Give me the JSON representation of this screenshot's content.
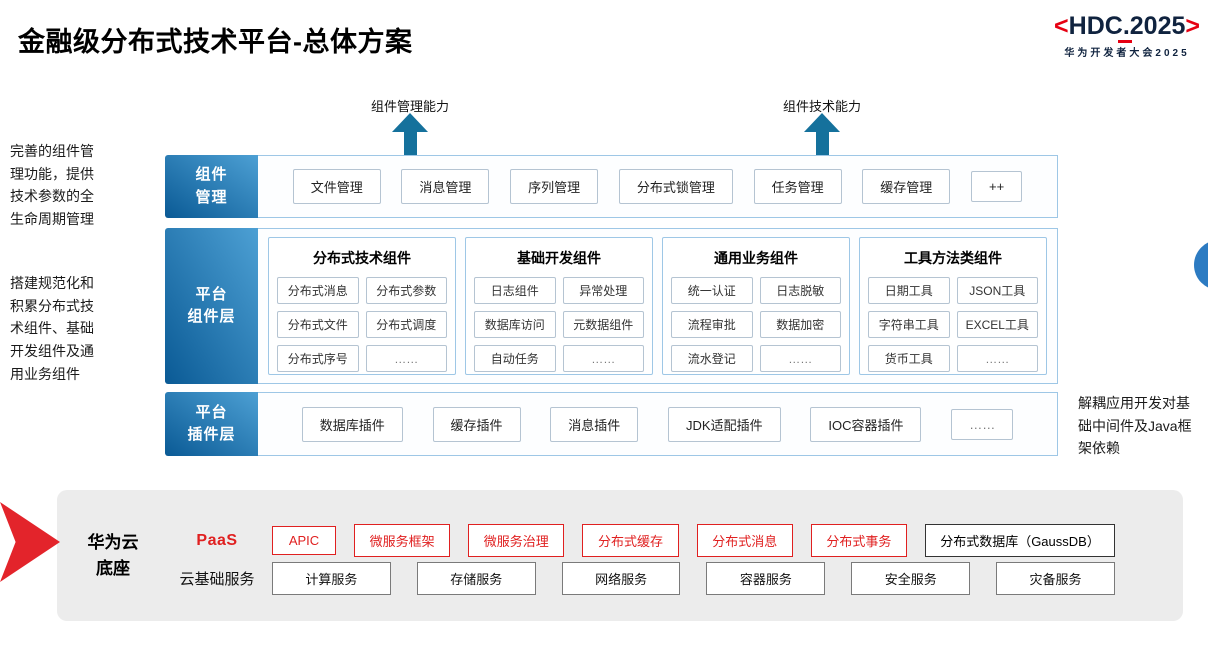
{
  "header": {
    "title": "金融级分布式技术平台-总体方案"
  },
  "logo": {
    "bracket_left": "<",
    "name": "HDC.2025",
    "bracket_right": ">",
    "subtitle": "华为开发者大会2025"
  },
  "capability_arrows": [
    {
      "label": "组件管理能力"
    },
    {
      "label": "组件技术能力"
    }
  ],
  "notes": {
    "left_top": "完善的组件管理功能，提供技术参数的全生命周期管理",
    "left_bottom": "搭建规范化和积累分布式技术组件、基础开发组件及通用业务组件",
    "right": "解耦应用开发对基础中间件及Java框架依赖"
  },
  "layers": {
    "management": {
      "label": "组件\n管理",
      "items": [
        "文件管理",
        "消息管理",
        "序列管理",
        "分布式锁管理",
        "任务管理",
        "缓存管理",
        "++"
      ]
    },
    "components": {
      "label": "平台\n组件层",
      "columns": [
        {
          "header": "分布式技术组件",
          "items": [
            "分布式消息",
            "分布式参数",
            "分布式文件",
            "分布式调度",
            "分布式序号",
            "……"
          ]
        },
        {
          "header": "基础开发组件",
          "items": [
            "日志组件",
            "异常处理",
            "数据库访问",
            "元数据组件",
            "自动任务",
            "……"
          ]
        },
        {
          "header": "通用业务组件",
          "items": [
            "统一认证",
            "日志脱敏",
            "流程审批",
            "数据加密",
            "流水登记",
            "……"
          ]
        },
        {
          "header": "工具方法类组件",
          "items": [
            "日期工具",
            "JSON工具",
            "字符串工具",
            "EXCEL工具",
            "货币工具",
            "……"
          ]
        }
      ]
    },
    "plugins": {
      "label": "平台\n插件层",
      "items": [
        "数据库插件",
        "缓存插件",
        "消息插件",
        "JDK适配插件",
        "IOC容器插件",
        "……"
      ]
    }
  },
  "foundation": {
    "label": "华为云\n底座",
    "paas": {
      "label": "PaaS",
      "items": [
        "APIC",
        "微服务框架",
        "微服务治理",
        "分布式缓存",
        "分布式消息",
        "分布式事务"
      ],
      "db_item": "分布式数据库（GaussDB）"
    },
    "cloud": {
      "label": "云基础服务",
      "items": [
        "计算服务",
        "存储服务",
        "网络服务",
        "容器服务",
        "安全服务",
        "灾备服务"
      ]
    }
  },
  "colors": {
    "arrow_teal": "#15719c",
    "label_gradient_start": "#0a5a95",
    "label_gradient_end": "#4da0d4",
    "border_blue": "#9ec7e6",
    "brand_red": "#e60012",
    "paas_red": "#e02020",
    "foundation_gray": "#ececec"
  }
}
